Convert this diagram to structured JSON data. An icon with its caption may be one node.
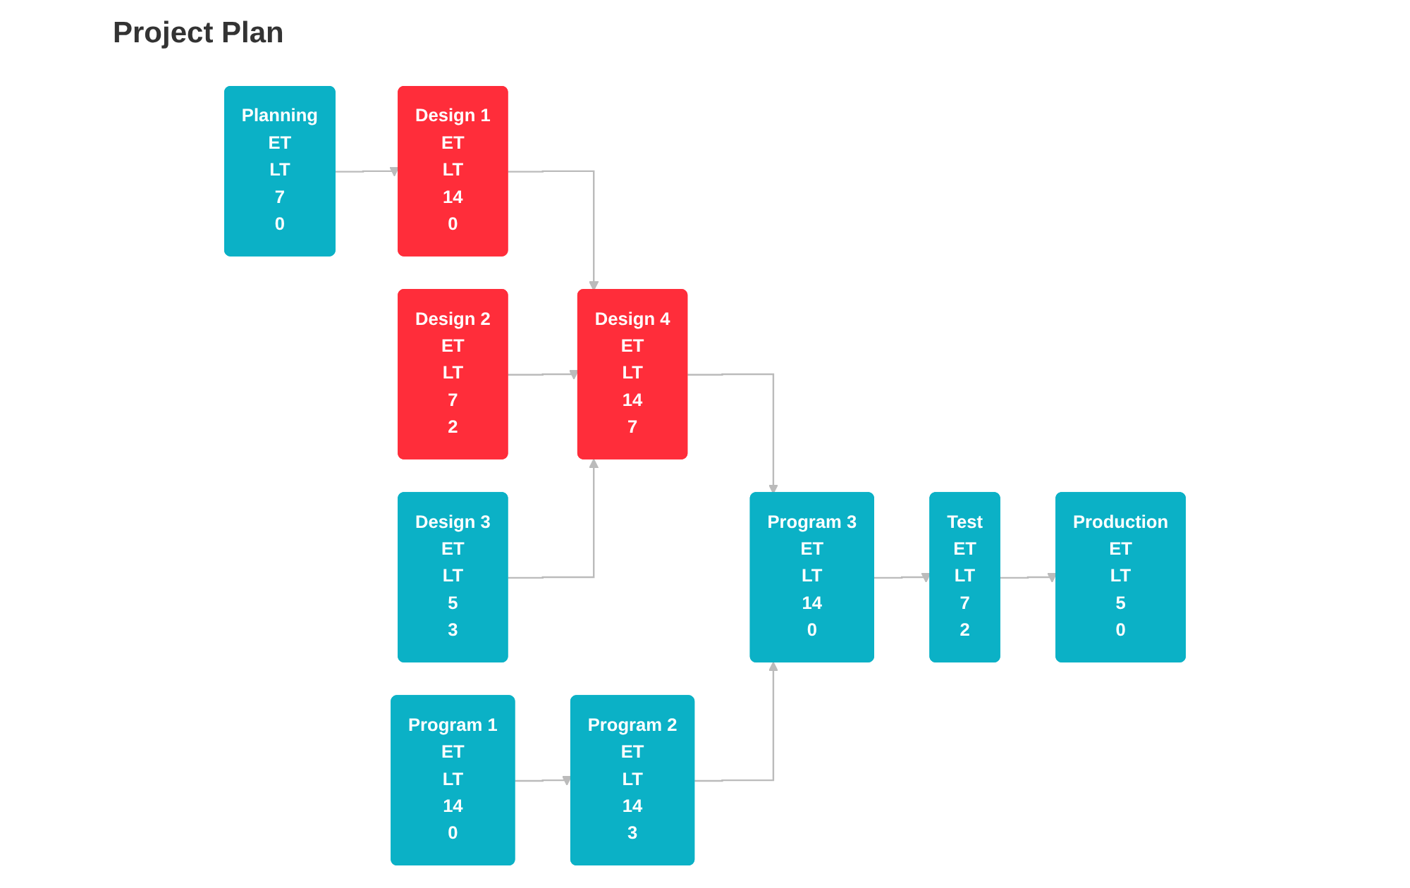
{
  "diagram": {
    "title": "Project Plan",
    "nodes": [
      {
        "text": [
          "Planning",
          "ET",
          "LT",
          "7",
          "0"
        ]
      },
      {
        "text": [
          "Design 1",
          "ET",
          "LT",
          "14",
          "0"
        ]
      },
      {
        "text": [
          "Design 2",
          "ET",
          "LT",
          "7",
          "2"
        ]
      },
      {
        "text": [
          "Design 4",
          "ET",
          "LT",
          "14",
          "7"
        ]
      },
      {
        "text": [
          "Design 3",
          "ET",
          "LT",
          "5",
          "3"
        ]
      },
      {
        "text": [
          "Test",
          "ET",
          "LT",
          "7",
          "2"
        ]
      },
      {
        "text": [
          "Production",
          "ET",
          "LT",
          "5",
          "0"
        ]
      },
      {
        "text": [
          "Program 1",
          "ET",
          "LT",
          "14",
          "0"
        ]
      },
      {
        "text": [
          "Program 2",
          "ET",
          "LT",
          "14",
          "3"
        ]
      },
      {
        "text": [
          "Program 3",
          "ET",
          "LT",
          "14",
          "0"
        ]
      }
    ],
    "edges": [
      {
        "from": 0,
        "to": 1,
        "arrow": "to"
      },
      {
        "from": 1,
        "to": 3,
        "arrow": "to"
      },
      {
        "from": 2,
        "to": 3,
        "arrow": "to"
      },
      {
        "from": 4,
        "to": 3,
        "arrow": "to"
      },
      {
        "from": 3,
        "to": 9,
        "arrow": "to"
      },
      {
        "from": 7,
        "to": 8,
        "arrow": "to"
      },
      {
        "from": 8,
        "to": 9,
        "arrow": "to"
      },
      {
        "from": 9,
        "to": 5,
        "arrow": "to"
      },
      {
        "from": 5,
        "to": 6,
        "arrow": "to"
      }
    ]
  }
}
